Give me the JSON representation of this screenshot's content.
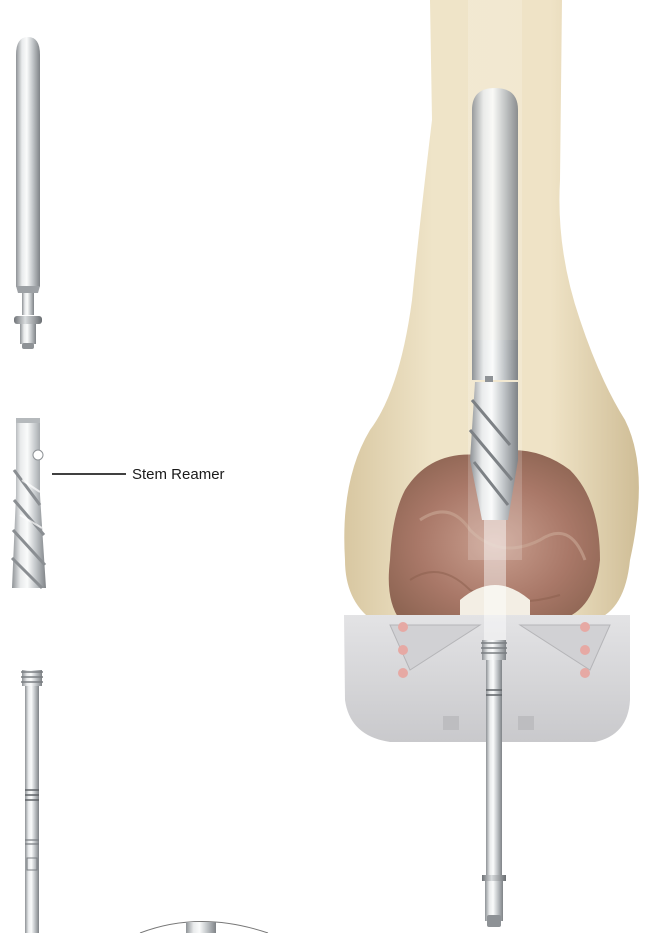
{
  "callout": {
    "label": "Stem Reamer"
  },
  "components": [
    {
      "name": "stem-trial-rod",
      "icon": "cylinder-rod"
    },
    {
      "name": "stem-reamer",
      "icon": "fluted-reamer"
    },
    {
      "name": "reamer-shaft",
      "icon": "threaded-shaft"
    }
  ],
  "colors": {
    "metal_light": "#f2f3f4",
    "metal_mid": "#c7cacd",
    "metal_dark": "#8e9296",
    "bone": "#efe3c6",
    "bone_shadow": "#d9c8a2",
    "cancellous": "#b98a7a",
    "guide_plate": "#d6d6d8"
  }
}
